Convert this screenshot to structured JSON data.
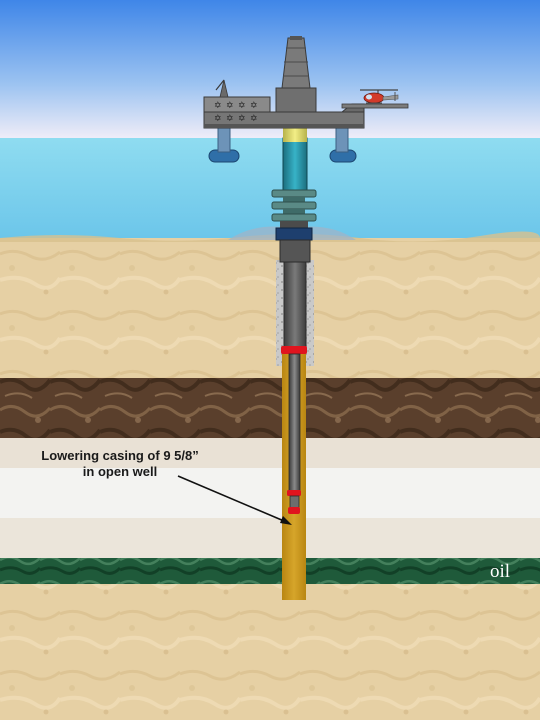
{
  "annotation": {
    "line1": "Lowering casing of 9 5/8”",
    "line2": "in open well"
  },
  "zone_label": "oil",
  "colors": {
    "sky_top": "#3f86e8",
    "sky_bottom": "#f2eef8",
    "sea": "#7fd2ea",
    "sand": "#e6d0a4",
    "dark_rock": "#5a3f2c",
    "light_layer": "#e9e1d5",
    "oil_layer": "#1f5a3a",
    "open_hole": "#cc9a1a",
    "casing": "#5c5c5c",
    "marker_red": "#e0141e"
  },
  "icons": {
    "rig": "offshore-drilling-rig-icon",
    "helicopter": "helicopter-icon",
    "bop": "blowout-preventer-icon"
  }
}
